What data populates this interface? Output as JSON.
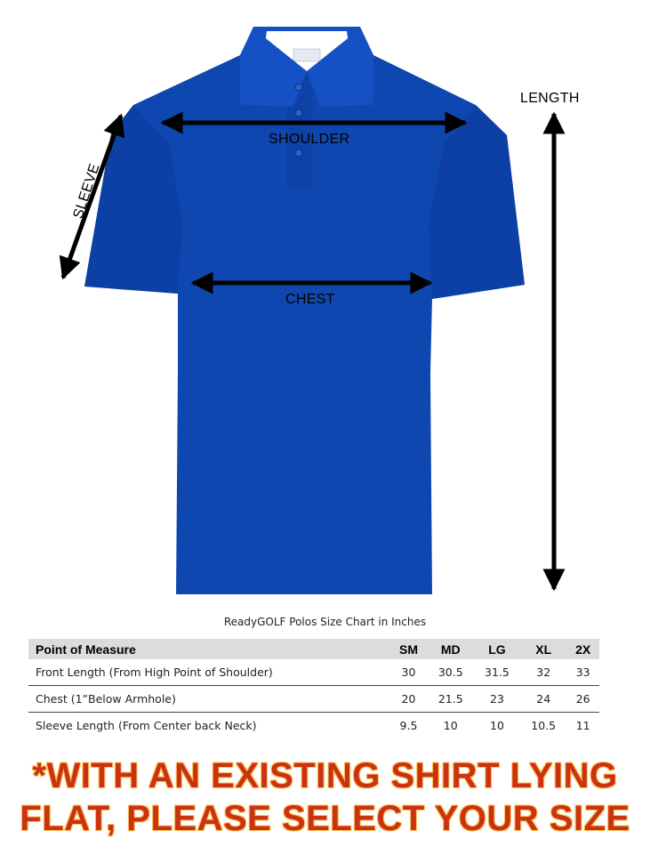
{
  "labels": {
    "length": "LENGTH",
    "shoulder": "SHOULDER",
    "chest": "CHEST",
    "sleeve": "SLEEVE"
  },
  "colors": {
    "shirt": "#0f47b0",
    "shirt_dark": "#0a3794",
    "collar_inner": "#ffffff",
    "table_header_bg": "#dcdcdc",
    "footer_text": "#c93312",
    "footer_outline": "#ffc45a"
  },
  "icons": [
    "polo-shirt-image",
    "double-arrow-icon",
    "collar-tag-icon",
    "button-icon"
  ],
  "caption": "ReadyGOLF Polos Size Chart in Inches",
  "table": {
    "headers": [
      "Point of Measure",
      "SM",
      "MD",
      "LG",
      "XL",
      "2X"
    ],
    "rows": [
      [
        "Front Length (From High Point of Shoulder)",
        "30",
        "30.5",
        "31.5",
        "32",
        "33"
      ],
      [
        "Chest (1”Below Armhole)",
        "20",
        "21.5",
        "23",
        "24",
        "26"
      ],
      [
        "Sleeve Length (From Center back Neck)",
        "9.5",
        "10",
        "10",
        "10.5",
        "11"
      ]
    ]
  },
  "footer": {
    "line1": "*WITH AN EXISTING SHIRT LYING",
    "line2": "FLAT, PLEASE SELECT YOUR SIZE"
  }
}
